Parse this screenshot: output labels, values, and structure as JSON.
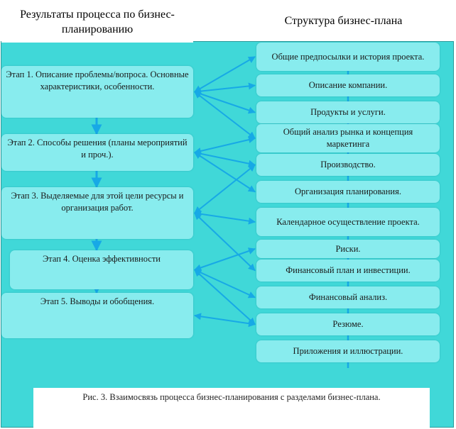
{
  "titles": {
    "left": "Результаты процесса по бизнес-планированию",
    "right": "Структура бизнес-плана"
  },
  "stages": [
    {
      "label": "Этап 1. Описание проблемы/вопроса. Основные характеристики, особенности."
    },
    {
      "label": "Этап 2. Способы решения (планы мероприятий и проч.)."
    },
    {
      "label": "Этап 3. Выделяемые для этой цели ресурсы и организация работ."
    },
    {
      "label": "Этап 4. Оценка эффективности"
    },
    {
      "label": "Этап 5. Выводы и обобщения."
    }
  ],
  "sections": [
    {
      "label": "Общие предпосылки и история проекта."
    },
    {
      "label": "Описание компании."
    },
    {
      "label": "Продукты и услуги."
    },
    {
      "label": "Общий анализ рынка и концепция маркетинга"
    },
    {
      "label": "Производство."
    },
    {
      "label": "Организация планирования."
    },
    {
      "label": "Календарное осуществление проекта."
    },
    {
      "label": "Риски."
    },
    {
      "label": "Финансовый план и инвестиции."
    },
    {
      "label": "Финансовый анализ."
    },
    {
      "label": "Резюме."
    },
    {
      "label": "Приложения и иллюстрации."
    }
  ],
  "caption": "Рис. 3. Взаимосвязь процесса бизнес-планирования с разделами бизнес-плана.",
  "links": [
    [
      0,
      0
    ],
    [
      0,
      1
    ],
    [
      0,
      2
    ],
    [
      0,
      3
    ],
    [
      1,
      3
    ],
    [
      1,
      4
    ],
    [
      1,
      5
    ],
    [
      2,
      4
    ],
    [
      2,
      6
    ],
    [
      2,
      8
    ],
    [
      3,
      7
    ],
    [
      3,
      9
    ],
    [
      3,
      10
    ],
    [
      4,
      10
    ]
  ],
  "colors": {
    "background": "#40d8d8",
    "box_fill": "#88ecee",
    "arrow": "#17a9e6"
  }
}
